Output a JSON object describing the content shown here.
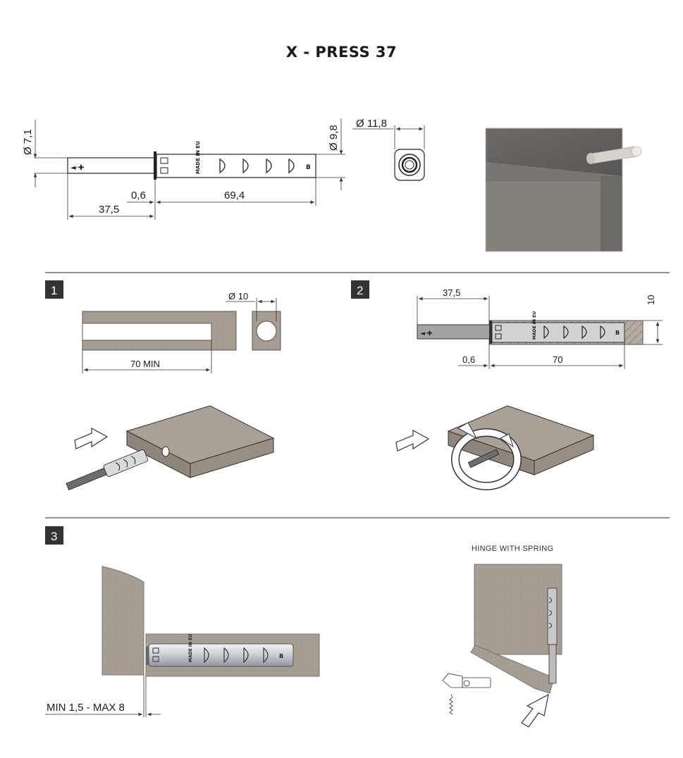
{
  "title": "X - PRESS 37",
  "top_drawing": {
    "dia_pin": "Ø 7,1",
    "dia_body": "Ø 9,8",
    "dia_end": "Ø 11,8",
    "pin_length": "37,5",
    "flange": "0,6",
    "body_length": "69,4",
    "made_in": "MADE IN EU",
    "mark_b": "B"
  },
  "step1": {
    "number": "1",
    "hole_dia": "Ø 10",
    "depth": "70 MIN"
  },
  "step2": {
    "number": "2",
    "pin_length": "37,5",
    "flange": "0,6",
    "body_length": "70",
    "height": "10"
  },
  "step3": {
    "number": "3",
    "gap": "MIN 1,5 - MAX 8",
    "hinge_caption": "HINGE WITH SPRING"
  },
  "colors": {
    "wood": "#a69d92",
    "wood_dark": "#8e857b",
    "panel_dark": "#6b6560",
    "pin_grey": "#8a8a8a",
    "line": "#333333"
  }
}
